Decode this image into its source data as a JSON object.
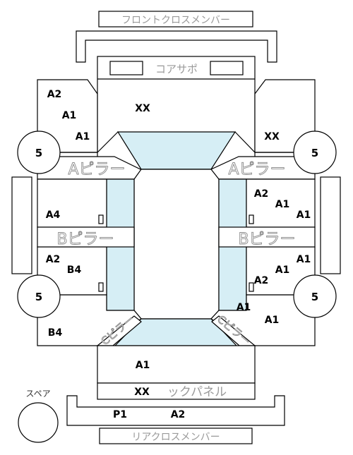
{
  "frame_parts": {
    "front_cross_member": "フロントクロスメンバー",
    "core_support": "コアサポ",
    "a_pillar": "Aピラー",
    "b_pillar": "Bピラー",
    "c_pillar": "Cピラー",
    "back_panel": "ックパネル",
    "rear_cross_member": "リアクロスメンバー",
    "spare": "スペア"
  },
  "tires": {
    "front_left": "5",
    "front_right": "5",
    "rear_left": "5",
    "rear_right": "5"
  },
  "codes": {
    "front_left_a2": "A2",
    "front_left_a1_upper": "A1",
    "front_left_a1_lower": "A1",
    "core_center": "XX",
    "front_right": "XX",
    "front_door_left": "A4",
    "front_door_right_a2": "A2",
    "front_door_right_a1_upper": "A1",
    "front_door_right_a1_lower": "A1",
    "rear_door_left_a2": "A2",
    "rear_door_left_b4": "B4",
    "rear_door_right_a1_upper": "A1",
    "rear_door_right_a1_lower": "A1",
    "rear_door_right_a2": "A2",
    "rear_right_a1_upper": "A1",
    "rear_right_a1_lower": "A1",
    "rear_left": "B4",
    "trunk": "A1",
    "back_panel": "XX",
    "rear_bumper_p1": "P1",
    "rear_bumper_a2": "A2"
  }
}
